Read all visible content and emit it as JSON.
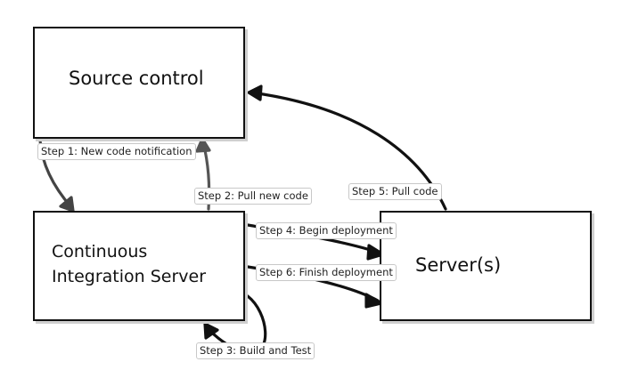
{
  "nodes": {
    "source_control": "Source control",
    "ci_server_line1": "Continuous",
    "ci_server_line2": "Integration Server",
    "servers": "Server(s)"
  },
  "steps": {
    "step1": "Step 1: New code notification",
    "step2": "Step 2: Pull new code",
    "step3": "Step 3: Build and Test",
    "step4": "Step 4: Begin deployment",
    "step5": "Step 5: Pull code",
    "step6": "Step 6: Finish deployment"
  },
  "colors": {
    "step1_arrow": "#444444",
    "step2_arrow": "#555555",
    "other_arrows": "#111111"
  }
}
